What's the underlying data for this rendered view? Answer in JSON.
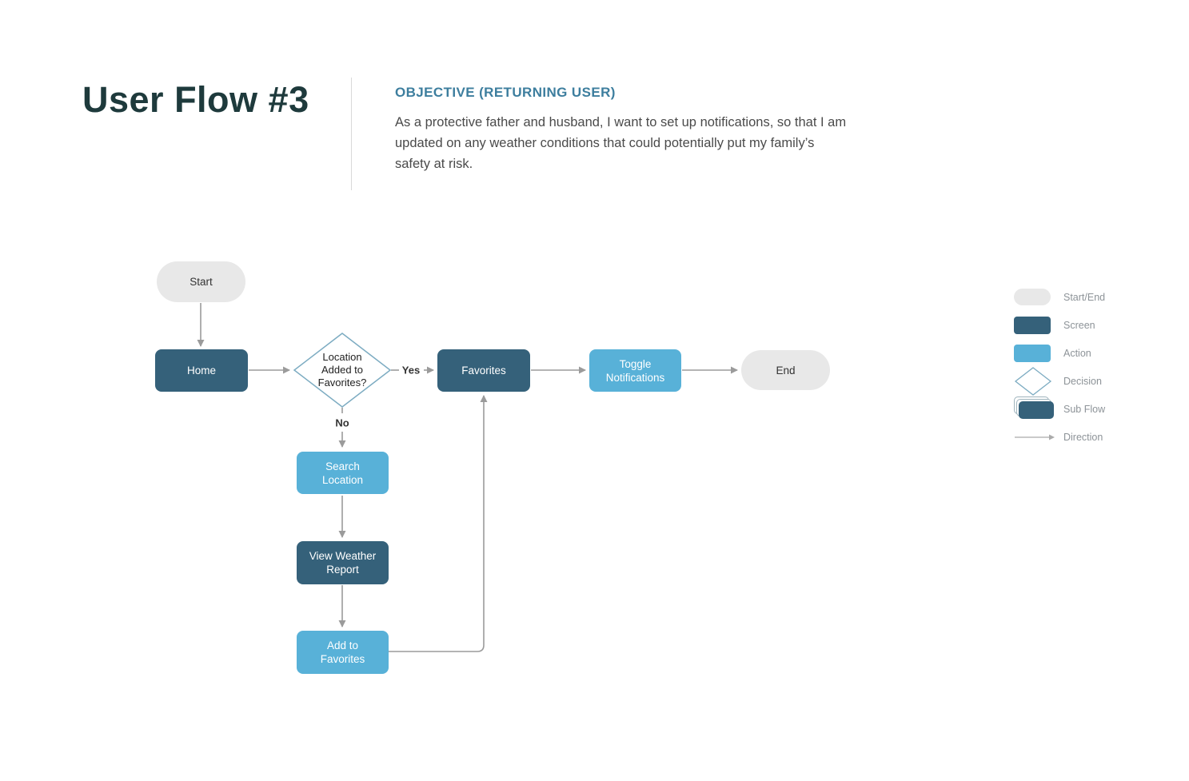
{
  "header": {
    "title": "User Flow #3",
    "objective_heading": "OBJECTIVE (RETURNING USER)",
    "objective_text": "As a protective father and husband, I want to set up notifications, so that I am updated on any weather conditions that could potentially put my family’s safety at risk."
  },
  "flow": {
    "nodes": [
      {
        "id": "start",
        "type": "terminal",
        "label": "Start"
      },
      {
        "id": "home",
        "type": "screen",
        "label": "Home"
      },
      {
        "id": "decision",
        "type": "decision",
        "label": "Location Added to Favorites?"
      },
      {
        "id": "favorites",
        "type": "screen",
        "label": "Favorites"
      },
      {
        "id": "toggle",
        "type": "action",
        "label": "Toggle Notifications"
      },
      {
        "id": "end",
        "type": "terminal",
        "label": "End"
      },
      {
        "id": "search",
        "type": "action",
        "label": "Search Location"
      },
      {
        "id": "view",
        "type": "screen",
        "label": "View Weather Report"
      },
      {
        "id": "add",
        "type": "action",
        "label": "Add to Favorites"
      }
    ],
    "edge_labels": {
      "yes": "Yes",
      "no": "No"
    }
  },
  "legend": {
    "items": [
      {
        "type": "terminal",
        "label": "Start/End"
      },
      {
        "type": "screen",
        "label": "Screen"
      },
      {
        "type": "action",
        "label": "Action"
      },
      {
        "type": "decision",
        "label": "Decision"
      },
      {
        "type": "subflow",
        "label": "Sub Flow"
      },
      {
        "type": "direction",
        "label": "Direction"
      }
    ]
  },
  "colors": {
    "title": "#1e3a3c",
    "heading": "#3d7e9e",
    "body-text": "#4a4a4a",
    "screen": "#35617a",
    "action": "#58b1d8",
    "terminal": "#e8e8e8",
    "terminal-text": "#333333",
    "diamond-border": "#7dacc2",
    "connector": "#9b9b9b",
    "legend-text": "#8d9398",
    "divider": "#d9d9d9"
  }
}
